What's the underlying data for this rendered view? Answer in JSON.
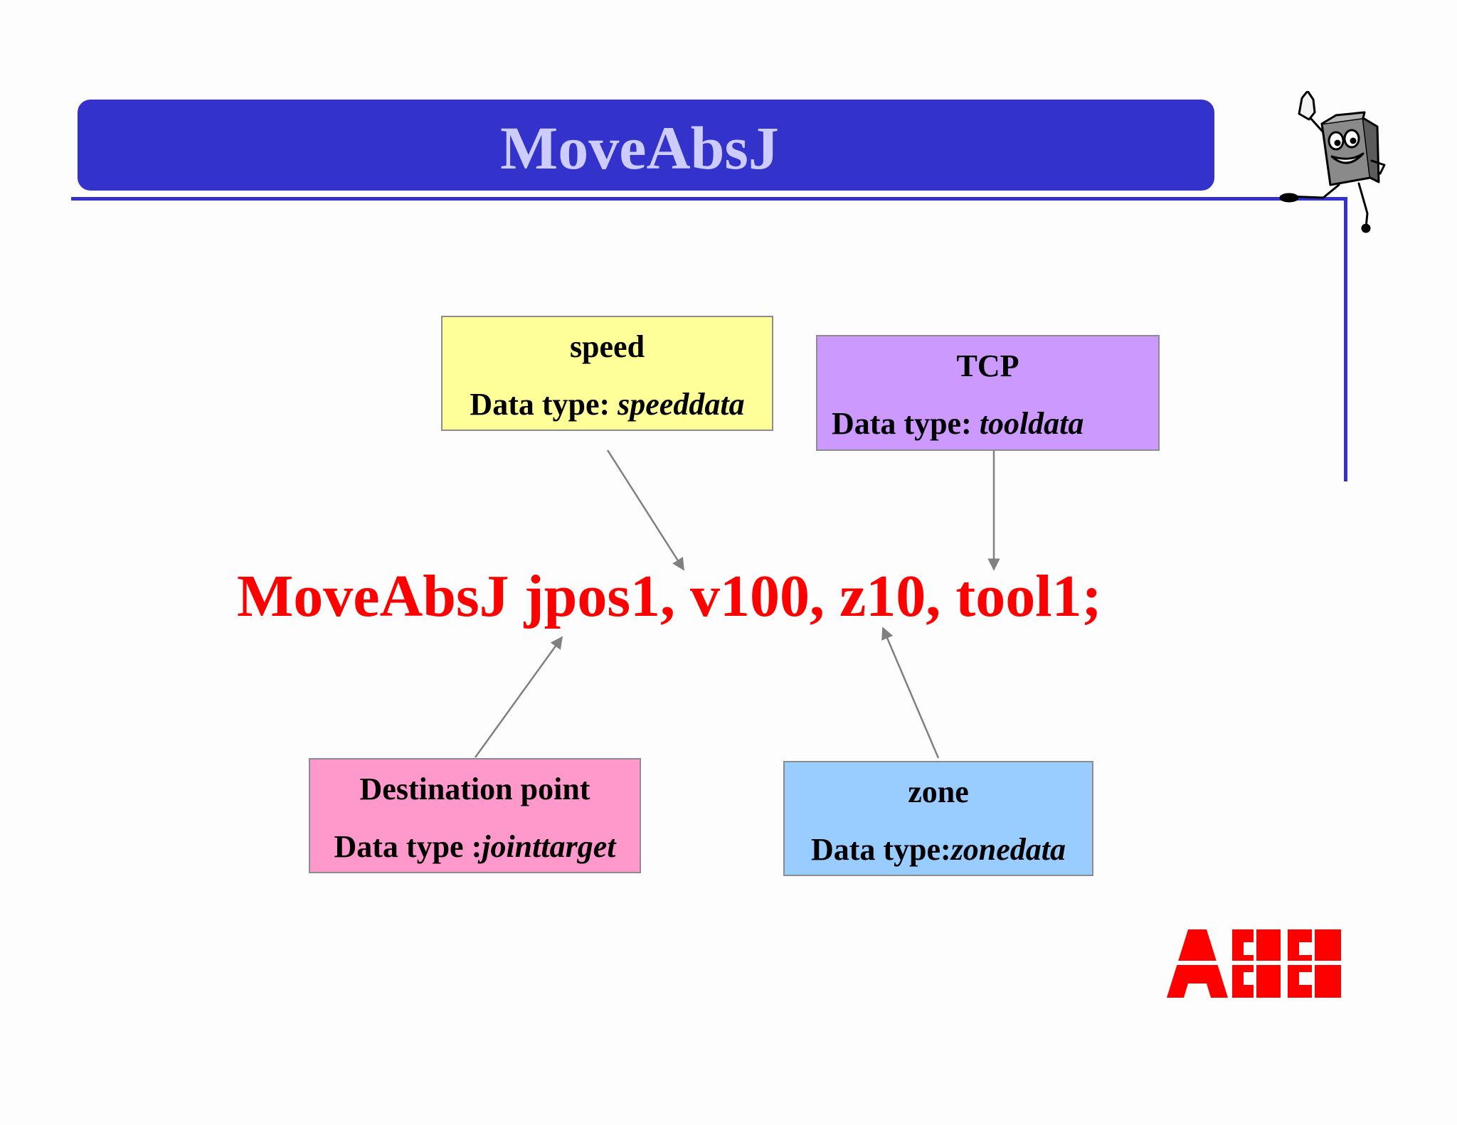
{
  "title": "MoveAbsJ",
  "instruction": "MoveAbsJ jpos1, v100, z10, tool1;",
  "boxes": {
    "speed": {
      "name": "speed",
      "dtype_prefix": "Data type: ",
      "dtype_value": "speeddata"
    },
    "tcp": {
      "name": "TCP",
      "dtype_prefix": "Data type: ",
      "dtype_value": "tooldata"
    },
    "dest": {
      "name": "Destination point",
      "dtype_prefix": "Data type :",
      "dtype_value": "jointtarget"
    },
    "zone": {
      "name": "zone",
      "dtype_prefix": "Data type:",
      "dtype_value": "zonedata"
    }
  },
  "logo": "ABB",
  "colors": {
    "title_bar": "#3333cc",
    "title_text": "#ccccff",
    "instruction": "#ff0000",
    "speed_box": "#ffff99",
    "tcp_box": "#cc99ff",
    "dest_box": "#ff99cc",
    "zone_box": "#99ccff",
    "logo": "#ff0000"
  },
  "icons": {
    "mascot": "pointing-robot-mascot-icon",
    "logo": "abb-logo"
  }
}
